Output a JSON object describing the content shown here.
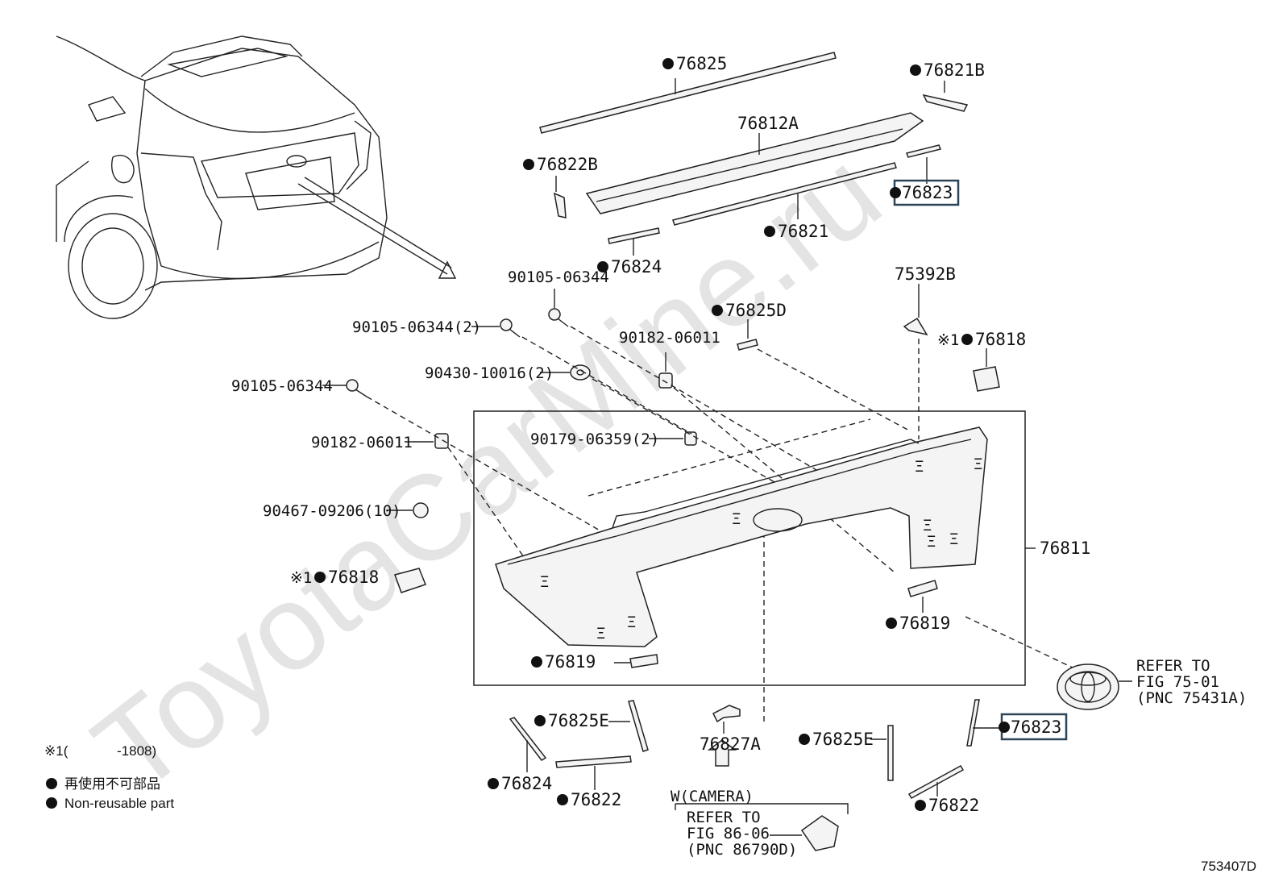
{
  "watermark": "ToyotaCarMine.ru",
  "labels": {
    "p76825_top": "76825",
    "p76821B": "76821B",
    "p76812A": "76812A",
    "p76822B": "76822B",
    "p76823_top": "76823",
    "p76821": "76821",
    "p76824_top": "76824",
    "b9010506344_a": "90105-06344",
    "b9010506344_2": "90105-06344(2)",
    "w9043010016": "90430-10016(2)",
    "b9010506344_b": "90105-06344",
    "n9018206011_a": "90182-06011",
    "n9018206011_b": "90182-06011",
    "p76825D": "76825D",
    "p75392B": "75392B",
    "p76818_right": "76818",
    "p9017906359": "90179-06359(2)",
    "p9046709206": "90467-09206(10)",
    "p76818_left": "76818",
    "p76811": "76811",
    "p76819_right": "76819",
    "p76819_left": "76819",
    "p76825E_left": "76825E",
    "p76827A": "76827A",
    "p76825E_right": "76825E",
    "p76823_bottom": "76823",
    "p76824_bottom": "76824",
    "p76822_left": "76822",
    "p76822_right": "76822",
    "ref_fig75_line1": "REFER TO",
    "ref_fig75_line2": "FIG 75-01",
    "ref_fig75_line3": "(PNC 75431A)",
    "camera_header": "W(CAMERA)",
    "ref_fig86_line1": "REFER TO",
    "ref_fig86_line2": "FIG 86-06",
    "ref_fig86_line3": "(PNC 86790D)",
    "footnote_mark_left": "※1",
    "footnote_mark_right": "※1",
    "diagram_id": "753407D"
  },
  "legend": {
    "footnote_label": "※1(",
    "footnote_value": "-1808)",
    "bullet_jp": "再使用不可部品",
    "bullet_en": "Non-reusable part"
  },
  "colors": {
    "highlight_box": "#2d4456",
    "ink": "#111111",
    "watermark": "#e4e4e4"
  }
}
